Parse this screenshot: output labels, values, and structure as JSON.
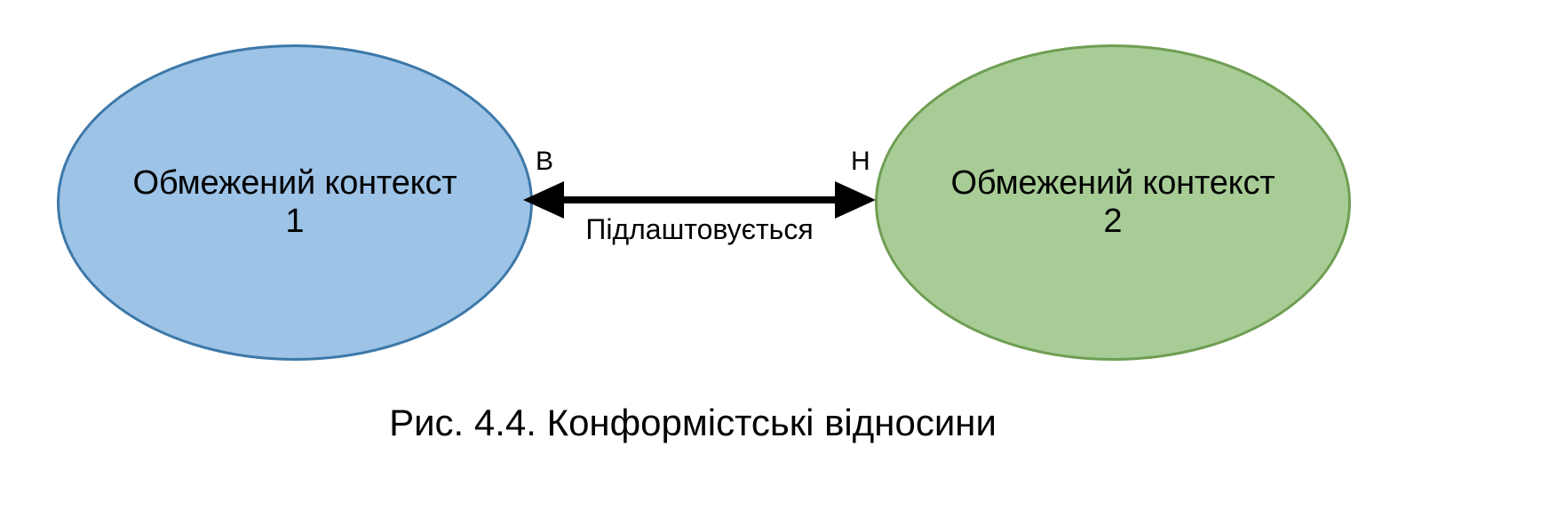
{
  "figure": {
    "caption": "Рис. 4.4. Конформістські відносини",
    "nodes": [
      {
        "id": "bounded-context-1",
        "label": "Обмежений контекст",
        "number": "1",
        "fill_color": "#9DC3E6",
        "border_color": "#3C78A8"
      },
      {
        "id": "bounded-context-2",
        "label": "Обмежений контекст",
        "number": "2",
        "fill_color": "#A8CC96",
        "border_color": "#6E9E52"
      }
    ],
    "connector": {
      "relation_label": "Підлаштовується",
      "source_endpoint_label": "В",
      "target_endpoint_label": "Н",
      "arrow_color": "#000000",
      "style": "double-headed-arrow"
    }
  }
}
